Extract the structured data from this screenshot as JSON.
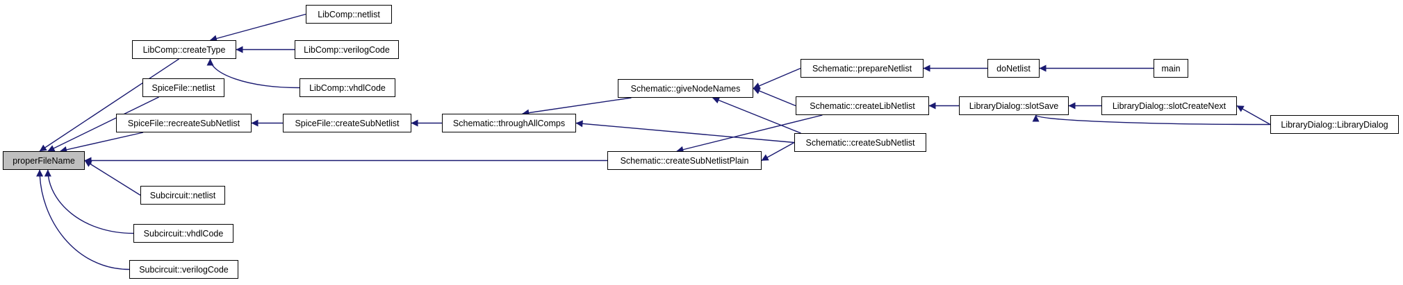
{
  "diagram": {
    "colors": {
      "edge": "#191970",
      "node_border": "#000000",
      "root_fill": "#bfbfbf",
      "node_fill": "#ffffff"
    },
    "nodes": {
      "properFileName": "properFileName",
      "libcomp_createType": "LibComp::createType",
      "libcomp_netlist": "LibComp::netlist",
      "libcomp_verilogCode": "LibComp::verilogCode",
      "libcomp_vhdlCode": "LibComp::vhdlCode",
      "spicefile_netlist": "SpiceFile::netlist",
      "spicefile_recreateSubNetlist": "SpiceFile::recreateSubNetlist",
      "spicefile_createSubNetlist": "SpiceFile::createSubNetlist",
      "schematic_throughAllComps": "Schematic::throughAllComps",
      "schematic_giveNodeNames": "Schematic::giveNodeNames",
      "schematic_prepareNetlist": "Schematic::prepareNetlist",
      "doNetlist": "doNetlist",
      "main": "main",
      "schematic_createLibNetlist": "Schematic::createLibNetlist",
      "librarydialog_slotSave": "LibraryDialog::slotSave",
      "librarydialog_slotCreateNext": "LibraryDialog::slotCreateNext",
      "librarydialog_LibraryDialog": "LibraryDialog::LibraryDialog",
      "schematic_createSubNetlist": "Schematic::createSubNetlist",
      "schematic_createSubNetlistPlain": "Schematic::createSubNetlistPlain",
      "subcircuit_netlist": "Subcircuit::netlist",
      "subcircuit_vhdlCode": "Subcircuit::vhdlCode",
      "subcircuit_verilogCode": "Subcircuit::verilogCode"
    },
    "edges": [
      [
        "libcomp_netlist",
        "libcomp_createType"
      ],
      [
        "libcomp_verilogCode",
        "libcomp_createType"
      ],
      [
        "libcomp_vhdlCode",
        "libcomp_createType"
      ],
      [
        "libcomp_createType",
        "properFileName"
      ],
      [
        "spicefile_netlist",
        "properFileName"
      ],
      [
        "spicefile_recreateSubNetlist",
        "properFileName"
      ],
      [
        "spicefile_createSubNetlist",
        "spicefile_recreateSubNetlist"
      ],
      [
        "schematic_throughAllComps",
        "spicefile_createSubNetlist"
      ],
      [
        "schematic_giveNodeNames",
        "schematic_throughAllComps"
      ],
      [
        "schematic_createSubNetlist",
        "schematic_throughAllComps"
      ],
      [
        "schematic_prepareNetlist",
        "schematic_giveNodeNames"
      ],
      [
        "schematic_createLibNetlist",
        "schematic_giveNodeNames"
      ],
      [
        "schematic_createSubNetlist",
        "schematic_giveNodeNames"
      ],
      [
        "doNetlist",
        "schematic_prepareNetlist"
      ],
      [
        "main",
        "doNetlist"
      ],
      [
        "librarydialog_slotSave",
        "schematic_createLibNetlist"
      ],
      [
        "librarydialog_slotCreateNext",
        "librarydialog_slotSave"
      ],
      [
        "librarydialog_LibraryDialog",
        "librarydialog_slotSave"
      ],
      [
        "librarydialog_LibraryDialog",
        "librarydialog_slotCreateNext"
      ],
      [
        "schematic_createLibNetlist",
        "schematic_createSubNetlistPlain"
      ],
      [
        "schematic_createSubNetlist",
        "schematic_createSubNetlistPlain"
      ],
      [
        "schematic_createSubNetlistPlain",
        "properFileName"
      ],
      [
        "subcircuit_netlist",
        "properFileName"
      ],
      [
        "subcircuit_vhdlCode",
        "properFileName"
      ],
      [
        "subcircuit_verilogCode",
        "properFileName"
      ]
    ]
  }
}
